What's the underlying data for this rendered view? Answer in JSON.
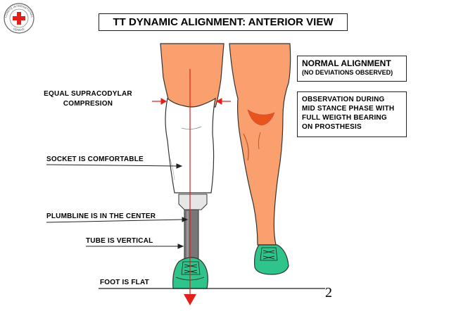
{
  "logo": {
    "top_text": "COMITÉ INTERNATIONAL",
    "bottom_text": "GENEVE",
    "cross_color": "#e0201b"
  },
  "title": "TT DYNAMIC ALIGNMENT: ANTERIOR VIEW",
  "normal_box": {
    "line1": "NORMAL ALIGNMENT",
    "line2": "(NO DEVIATIONS OBSERVED)"
  },
  "observation_box": {
    "lines": [
      "OBSERVATION DURING",
      "MID STANCE PHASE WITH",
      "FULL WEIGTH BEARING",
      "ON PROSTHESIS"
    ]
  },
  "labels": {
    "supracondylar": [
      "EQUAL SUPRACODYLAR",
      "COMPRESION"
    ],
    "socket": "SOCKET IS COMFORTABLE",
    "plumbline": "PLUMBLINE IS IN THE CENTER",
    "tube": "TUBE IS VERTICAL",
    "foot": "FOOT IS FLAT"
  },
  "page_number": "2",
  "colors": {
    "skin": "#f9a06e",
    "plumbline": "#e0201b",
    "shoe": "#2ec48a",
    "tube": "#777777",
    "socket": "#ffffff"
  },
  "icons": [
    "red-cross-icon",
    "plumb-bob-icon",
    "arrow-icon"
  ]
}
